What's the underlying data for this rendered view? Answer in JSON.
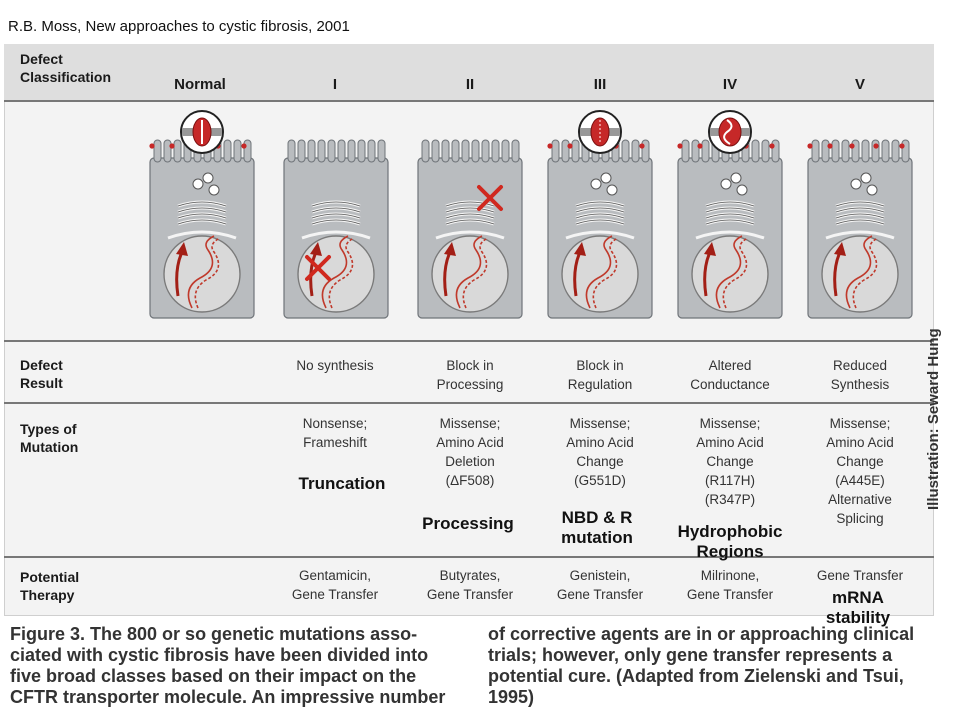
{
  "citation": "R.B. Moss, New approaches to cystic fibrosis, 2001",
  "header": {
    "classification_line1": "Defect",
    "classification_line2": "Classification",
    "columns": [
      "Normal",
      "I",
      "II",
      "III",
      "IV",
      "V"
    ]
  },
  "rows": {
    "defect_result": {
      "label_line1": "Defect",
      "label_line2": "Result",
      "cells": [
        [],
        [
          "No synthesis"
        ],
        [
          "Block in",
          "Processing"
        ],
        [
          "Block in",
          "Regulation"
        ],
        [
          "Altered",
          "Conductance"
        ],
        [
          "Reduced",
          "Synthesis"
        ]
      ]
    },
    "mutation_types": {
      "label_line1": "Types of",
      "label_line2": "Mutation",
      "cells": [
        [],
        [
          "Nonsense;",
          "Frameshift"
        ],
        [
          "Missense;",
          "Amino Acid",
          "Deletion",
          "(ΔF508)"
        ],
        [
          "Missense;",
          "Amino Acid",
          "Change",
          "(G551D)"
        ],
        [
          "Missense;",
          "Amino Acid",
          "Change",
          "(R117H)",
          "(R347P)"
        ],
        [
          "Missense;",
          "Amino Acid",
          "Change",
          "(A445E)",
          "Alternative",
          "Splicing"
        ]
      ]
    },
    "therapy": {
      "label_line1": "Potential",
      "label_line2": "Therapy",
      "cells": [
        [],
        [
          "Gentamicin,",
          "Gene Transfer"
        ],
        [
          "Butyrates,",
          "Gene Transfer"
        ],
        [
          "Genistein,",
          "Gene Transfer"
        ],
        [
          "Milrinone,",
          "Gene Transfer"
        ],
        [
          "Gene Transfer"
        ]
      ]
    }
  },
  "overlays": {
    "truncation": "Truncation",
    "processing": "Processing",
    "nbd_line1": "NBD & R",
    "nbd_line2": "mutation",
    "hydrophobic_line1": "Hydrophobic",
    "hydrophobic_line2": "Regions",
    "mrna_line1": "mRNA",
    "mrna_line2": "stability"
  },
  "credit": "Illustration: Seward Hung",
  "caption": {
    "left_lines": [
      "Figure 3. The 800 or so genetic mutations asso-",
      "ciated with cystic fibrosis have been divided into",
      "five broad classes based on their impact on the",
      "CFTR transporter molecule. An impressive number"
    ],
    "right_lines": [
      "of corrective agents are in or approaching clinical",
      "trials; however, only gene transfer represents a",
      "potential cure. (Adapted from Zielenski and Tsui,",
      "1995)"
    ]
  },
  "colors": {
    "cell_fill": "#b9bcbf",
    "nucleus": "#d9d9d9",
    "dna_red": "#c0392b",
    "cross_red": "#d0281e",
    "channel_red": "#c62828"
  },
  "cells": [
    {
      "column": "Normal",
      "channel": "open",
      "membrane_channels": true,
      "vesicles": true,
      "cross_at": ""
    },
    {
      "column": "I",
      "channel": "",
      "membrane_channels": false,
      "vesicles": false,
      "cross_at": "nucleus"
    },
    {
      "column": "II",
      "channel": "",
      "membrane_channels": false,
      "vesicles": false,
      "cross_at": "golgi"
    },
    {
      "column": "III",
      "channel": "blocked",
      "membrane_channels": true,
      "vesicles": true,
      "cross_at": ""
    },
    {
      "column": "IV",
      "channel": "distorted",
      "membrane_channels": true,
      "vesicles": true,
      "cross_at": ""
    },
    {
      "column": "V",
      "channel": "",
      "membrane_channels": true,
      "vesicles": true,
      "cross_at": ""
    }
  ]
}
